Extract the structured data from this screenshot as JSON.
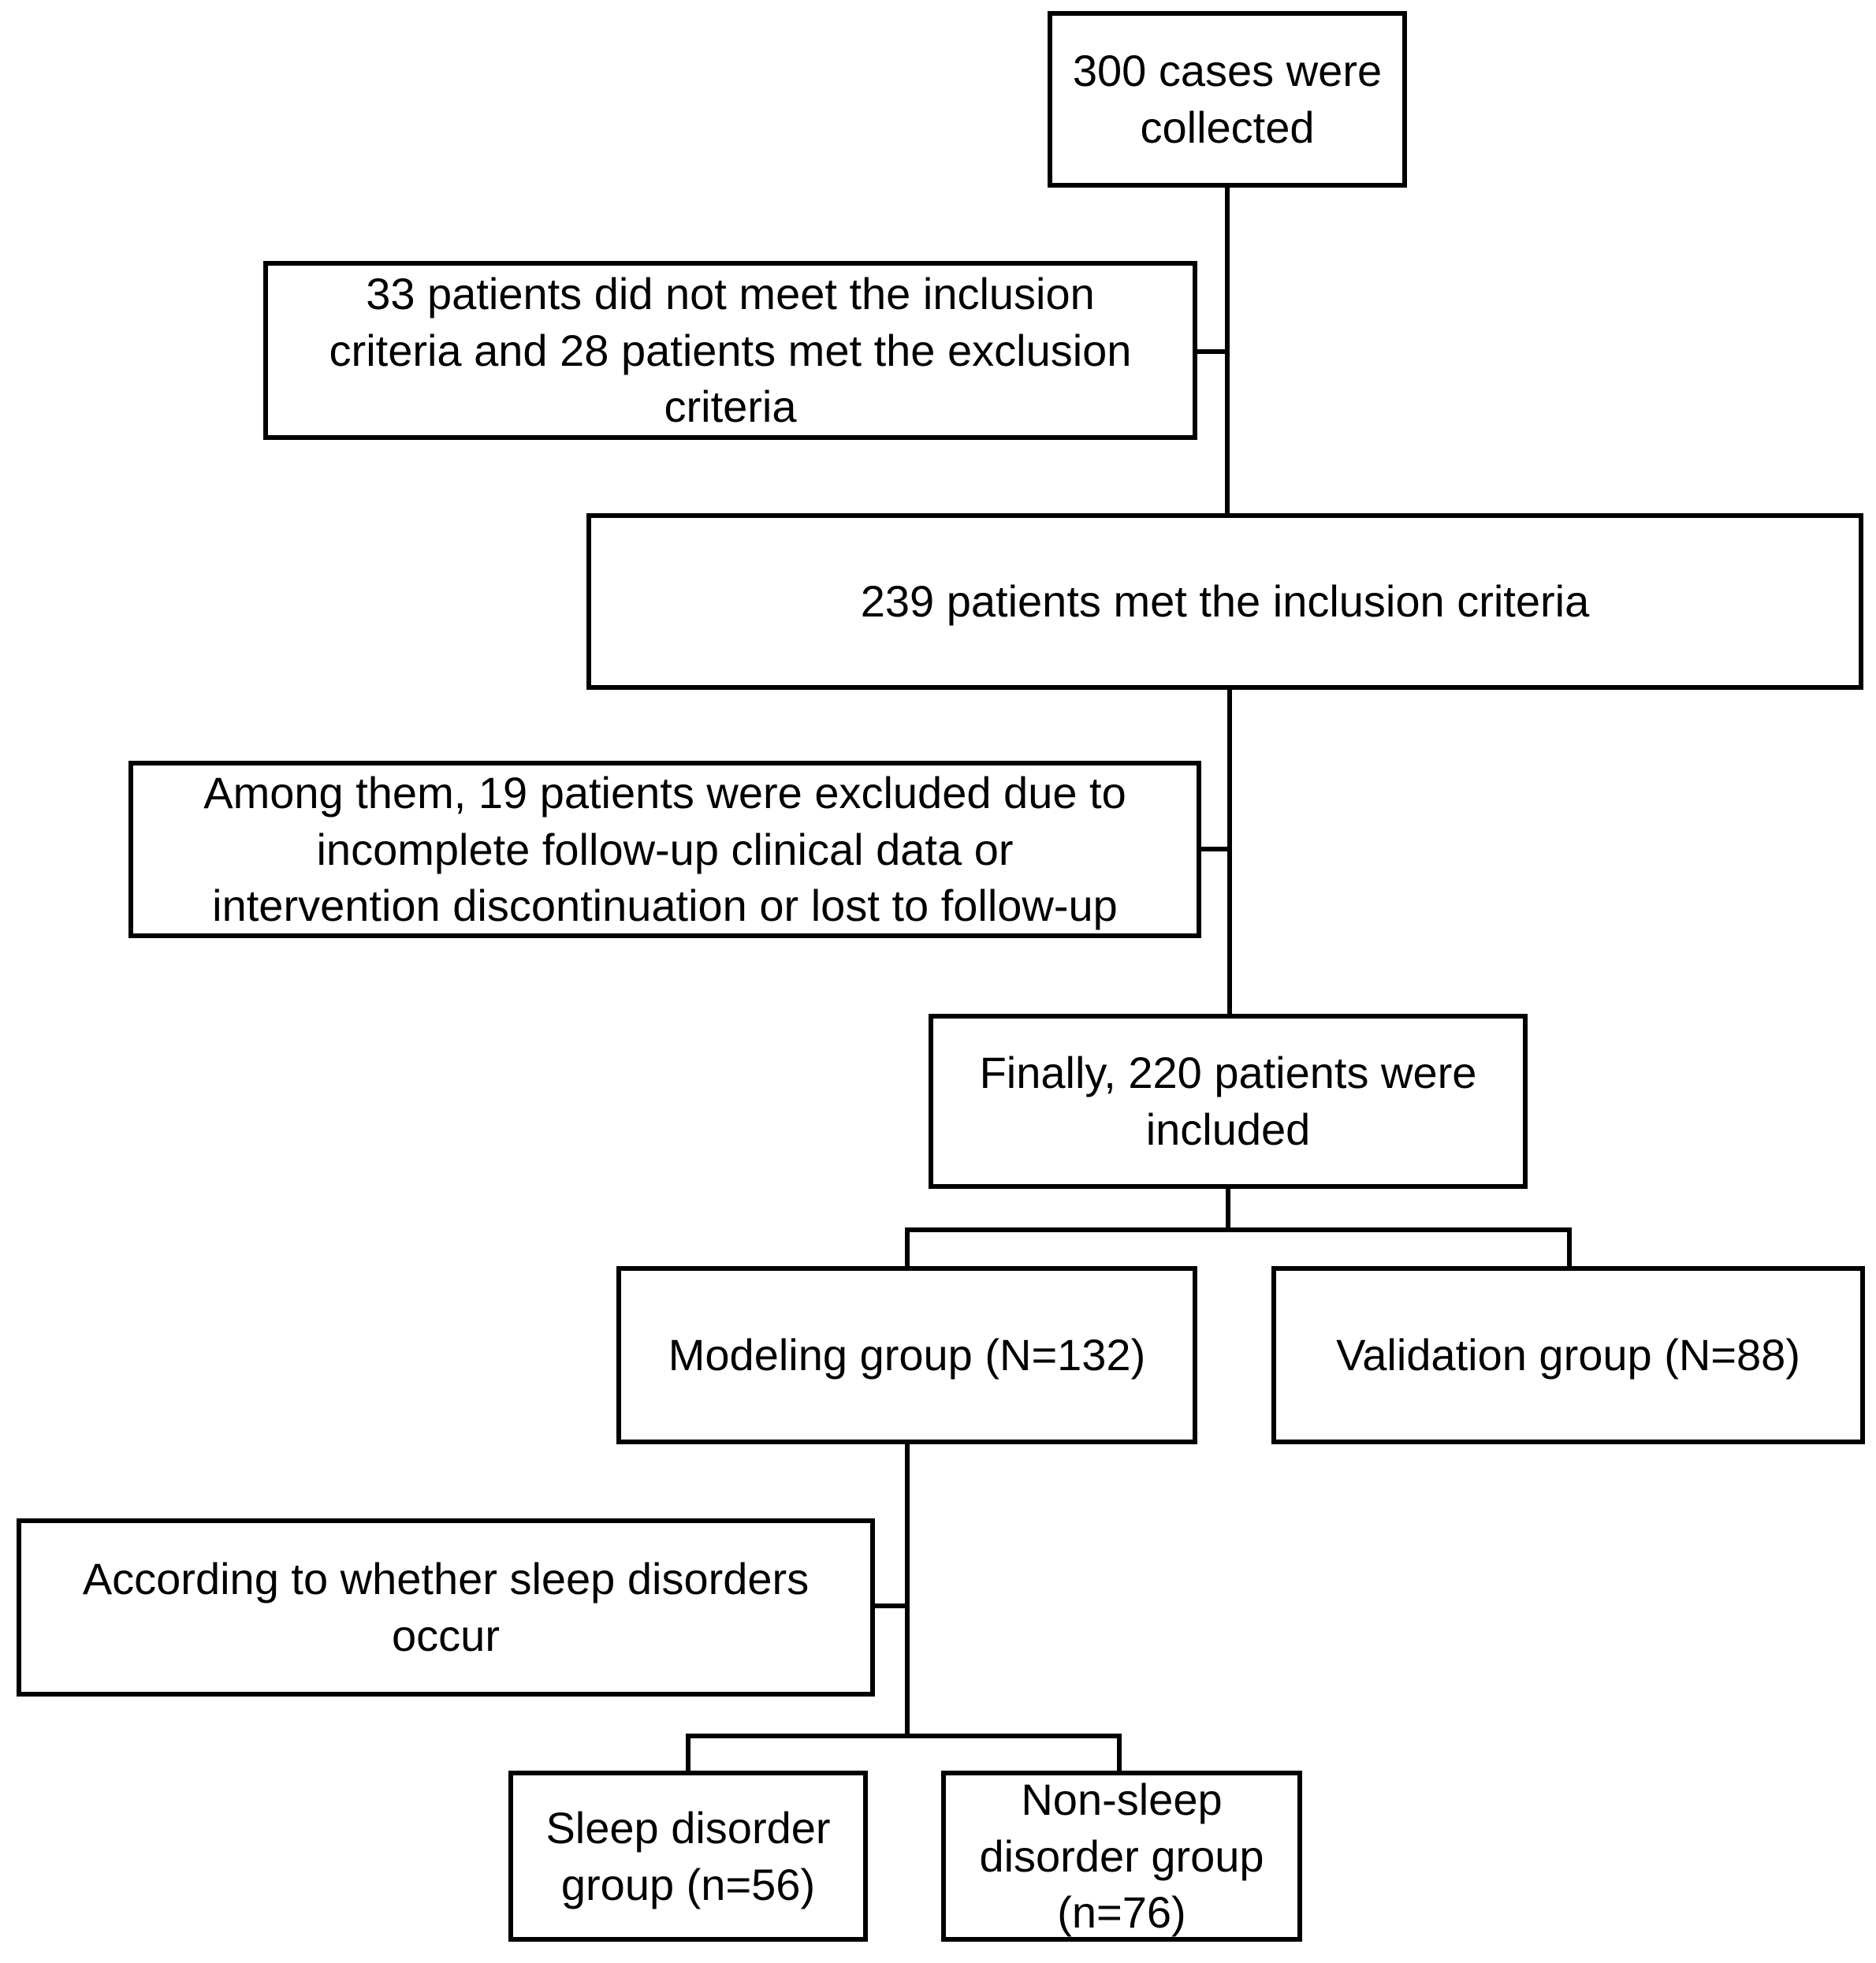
{
  "colors": {
    "background": "#ffffff",
    "box_fill": "#ffffff",
    "box_border": "#000000",
    "connector": "#000000",
    "text": "#000000"
  },
  "flowchart": {
    "type": "patient-enrollment-flow",
    "nodes": [
      {
        "id": "collected",
        "label": "300 cases were\ncollected"
      },
      {
        "id": "not-meet",
        "label": "33 patients did not meet the inclusion\ncriteria and 28 patients met the exclusion\ncriteria"
      },
      {
        "id": "met",
        "label": "239 patients met the inclusion criteria"
      },
      {
        "id": "excluded",
        "label": "Among them, 19 patients were excluded due to\nincomplete follow-up clinical data or\nintervention discontinuation or lost to follow-up"
      },
      {
        "id": "included",
        "label": "Finally, 220 patients were\nincluded"
      },
      {
        "id": "modeling",
        "label": "Modeling group (N=132)"
      },
      {
        "id": "validation",
        "label": "Validation group (N=88)"
      },
      {
        "id": "according",
        "label": "According to whether sleep disorders\noccur"
      },
      {
        "id": "sleep",
        "label": "Sleep disorder\ngroup (n=56)"
      },
      {
        "id": "non-sleep",
        "label": "Non-sleep\ndisorder group\n(n=76)"
      }
    ]
  }
}
